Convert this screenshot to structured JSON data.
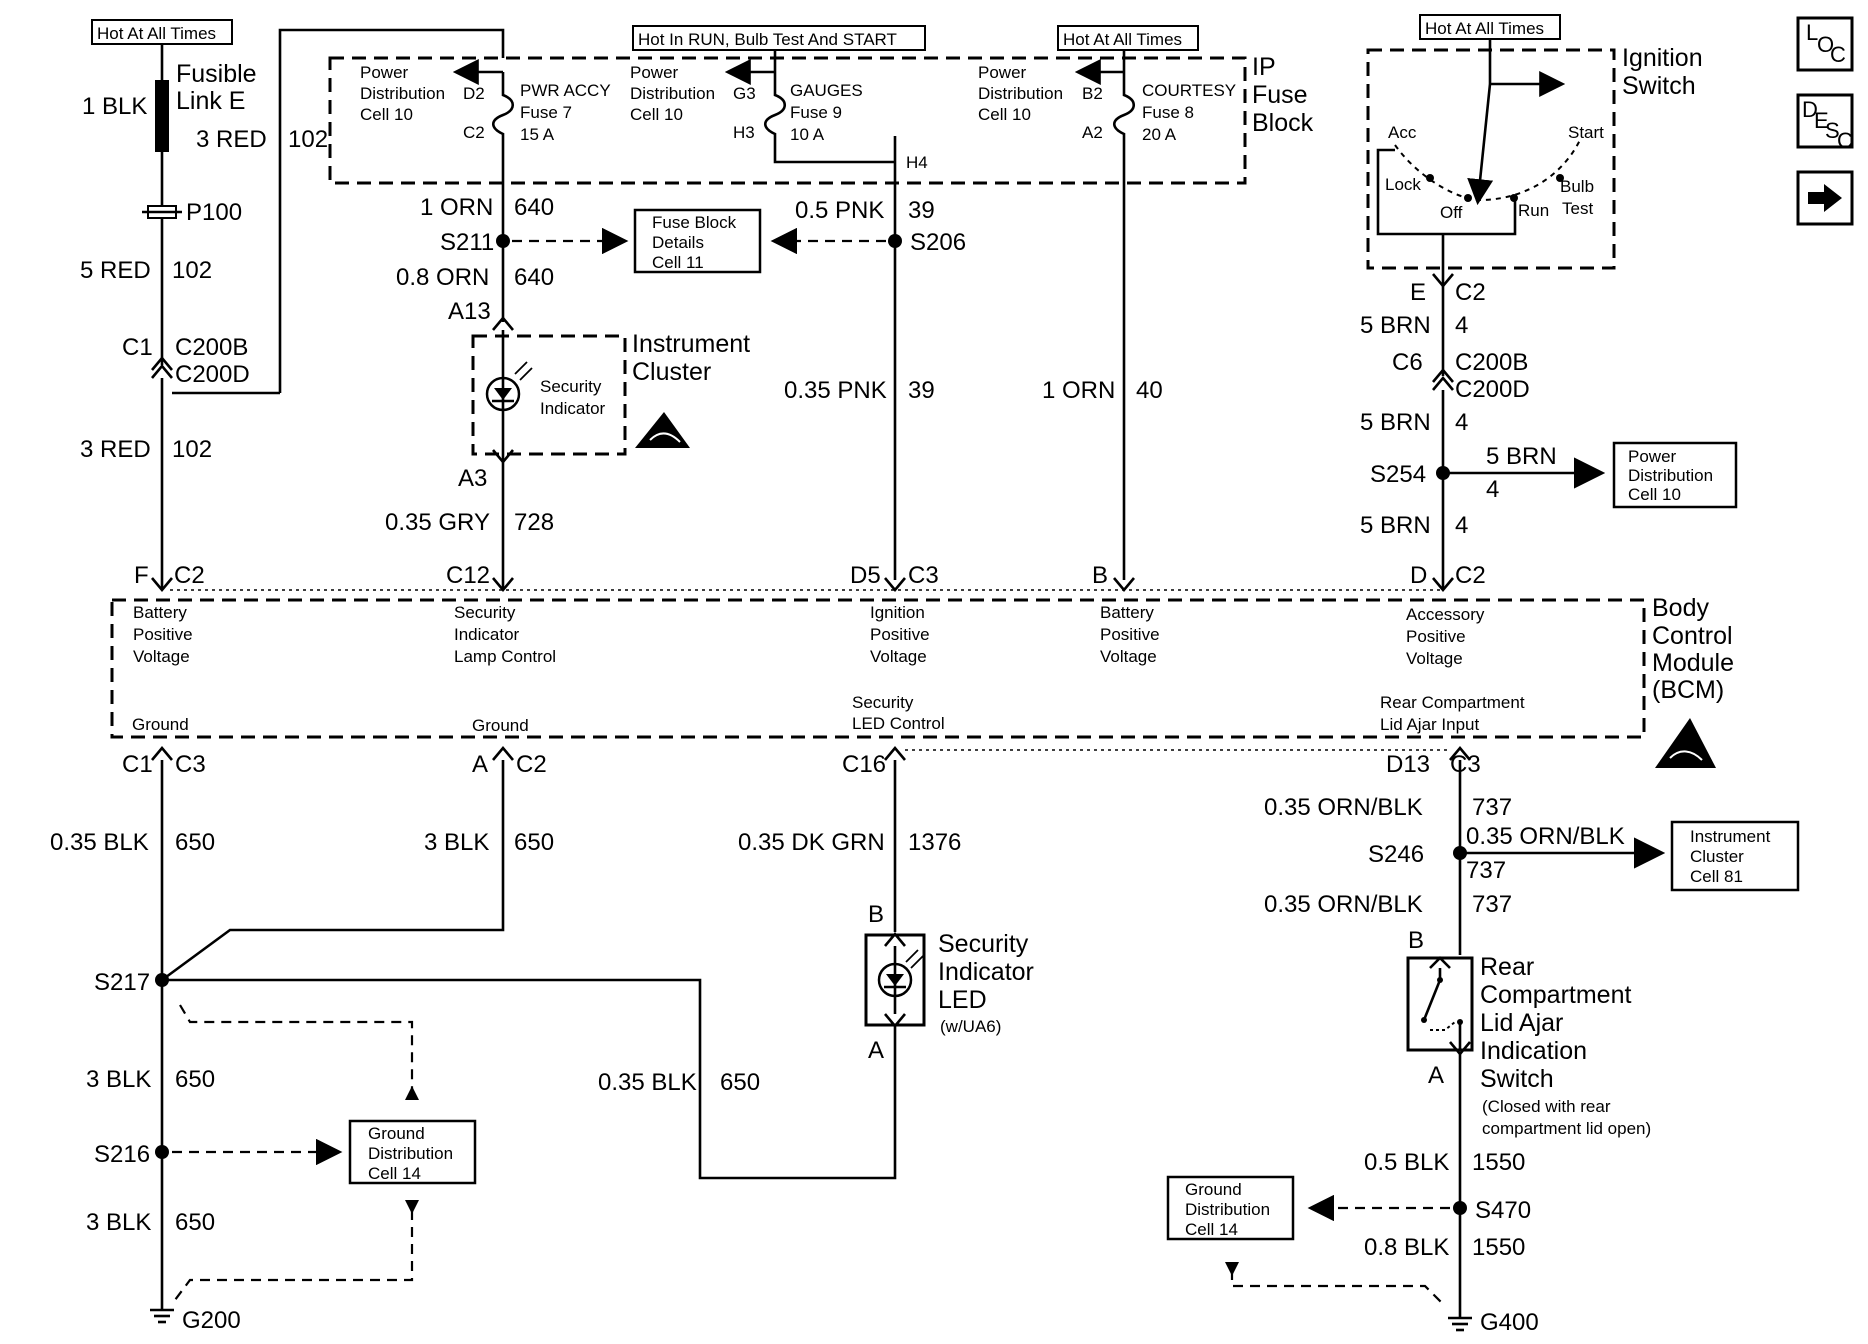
{
  "hot_labels": {
    "left": "Hot At All Times",
    "middle": "Hot In RUN, Bulb Test And START",
    "right_fuse": "Hot At All Times",
    "ignition": "Hot At All Times"
  },
  "nav": {
    "loc": [
      "L",
      "O",
      "C"
    ],
    "desc": [
      "D",
      "E",
      "S",
      "C"
    ],
    "next_icon": "arrow-right-icon"
  },
  "ip_fuse_block": {
    "title": [
      "IP",
      "Fuse",
      "Block"
    ],
    "fuse7": {
      "pd": [
        "Power",
        "Distribution",
        "Cell 10"
      ],
      "pins": [
        "D2",
        "C2"
      ],
      "name": [
        "PWR ACCY",
        "Fuse 7",
        "15 A"
      ]
    },
    "fuse9": {
      "pd": [
        "Power",
        "Distribution",
        "Cell 10"
      ],
      "pins": [
        "G3",
        "H3"
      ],
      "name": [
        "GAUGES",
        "Fuse 9",
        "10 A"
      ]
    },
    "fuse8": {
      "pd": [
        "Power",
        "Distribution",
        "Cell 10"
      ],
      "pins": [
        "B2",
        "A2"
      ],
      "name": [
        "COURTESY",
        "Fuse 8",
        "20 A"
      ]
    },
    "h4": "H4"
  },
  "fusible_link": {
    "wire": "1 BLK",
    "name": [
      "Fusible",
      "Link E"
    ]
  },
  "left_circuit": {
    "w1": [
      "3 RED",
      "102"
    ],
    "p100": "P100",
    "w2": [
      "5 RED",
      "102"
    ],
    "c1": "C1",
    "conn": [
      "C200B",
      "C200D"
    ],
    "w3": [
      "3 RED",
      "102"
    ]
  },
  "s211": {
    "w1": [
      "1 ORN",
      "640"
    ],
    "splice": "S211",
    "w2": [
      "0.8 ORN",
      "640"
    ],
    "pin_top": "A13",
    "pin_bottom": "A3",
    "w3": [
      "0.35 GRY",
      "728"
    ]
  },
  "fuse_block_details": [
    "Fuse Block",
    "Details",
    "Cell 11"
  ],
  "s206": {
    "w1": [
      "0.5 PNK",
      "39"
    ],
    "splice": "S206",
    "w2": [
      "0.35 PNK",
      "39"
    ]
  },
  "orn40": [
    "1 ORN",
    "40"
  ],
  "instrument_cluster": {
    "title": [
      "Instrument",
      "Cluster"
    ],
    "indicator": [
      "Security",
      "Indicator"
    ]
  },
  "ignition_switch": {
    "title": [
      "Ignition",
      "Switch"
    ],
    "positions": [
      "Acc",
      "Start",
      "Lock",
      "Bulb",
      "Off",
      "Run",
      "Test"
    ],
    "pin": [
      "E",
      "C2"
    ],
    "w1": [
      "5 BRN",
      "4"
    ],
    "c6": "C6",
    "conn": [
      "C200B",
      "C200D"
    ],
    "w2": [
      "5 BRN",
      "4"
    ],
    "splice": "S254",
    "branch": [
      "5 BRN",
      "4"
    ],
    "w3": [
      "5 BRN",
      "4"
    ]
  },
  "power_distribution_box": [
    "Power",
    "Distribution",
    "Cell 10"
  ],
  "bcm": {
    "title": [
      "Body",
      "Control",
      "Module",
      "(BCM)"
    ],
    "pins_top": [
      [
        "F",
        "C2"
      ],
      [
        "C12",
        ""
      ],
      [
        "D5",
        "C3"
      ],
      [
        "B",
        ""
      ],
      [
        "D",
        "C2"
      ]
    ],
    "labels_top": [
      [
        "Battery",
        "Positive",
        "Voltage"
      ],
      [
        "Security",
        "Indicator",
        "Lamp Control"
      ],
      [
        "Ignition",
        "Positive",
        "Voltage"
      ],
      [
        "Battery",
        "Positive",
        "Voltage"
      ],
      [
        "Accessory",
        "Positive",
        "Voltage"
      ]
    ],
    "labels_bottom": [
      "Ground",
      "Ground",
      "Security",
      "LED Control",
      "Rear Compartment",
      "Lid Ajar Input"
    ],
    "pins_bottom": [
      [
        "C1",
        "C3"
      ],
      [
        "A",
        "C2"
      ],
      [
        "C16",
        ""
      ],
      [
        "D13",
        "C3"
      ]
    ]
  },
  "ground_circuit": {
    "w1": [
      "0.35 BLK",
      "650"
    ],
    "w2": [
      "3 BLK",
      "650"
    ],
    "s217": "S217",
    "w3": [
      "3 BLK",
      "650"
    ],
    "s216": "S216",
    "w4": [
      "3 BLK",
      "650"
    ],
    "g200": "G200",
    "w5": [
      "0.35 BLK",
      "650"
    ]
  },
  "ground_distribution": [
    "Ground",
    "Distribution",
    "Cell 14"
  ],
  "led": {
    "wire": [
      "0.35 DK GRN",
      "1376"
    ],
    "pin_top": "B",
    "pin_bottom": "A",
    "title": [
      "Security",
      "Indicator",
      "LED"
    ],
    "note": "(w/UA6)"
  },
  "lid_ajar": {
    "w1": [
      "0.35 ORN/BLK",
      "737"
    ],
    "splice": "S246",
    "branch": [
      "0.35 ORN/BLK",
      "737"
    ],
    "w2": [
      "0.35 ORN/BLK",
      "737"
    ],
    "pin_top": "B",
    "pin_bottom": "A",
    "title": [
      "Rear",
      "Compartment",
      "Lid Ajar",
      "Indication",
      "Switch"
    ],
    "note": [
      "(Closed with rear",
      "compartment lid open)"
    ],
    "w3": [
      "0.5 BLK",
      "1550"
    ],
    "s470": "S470",
    "w4": [
      "0.8 BLK",
      "1550"
    ],
    "g400": "G400"
  },
  "instrument_cluster_box": [
    "Instrument",
    "Cluster",
    "Cell 81"
  ]
}
